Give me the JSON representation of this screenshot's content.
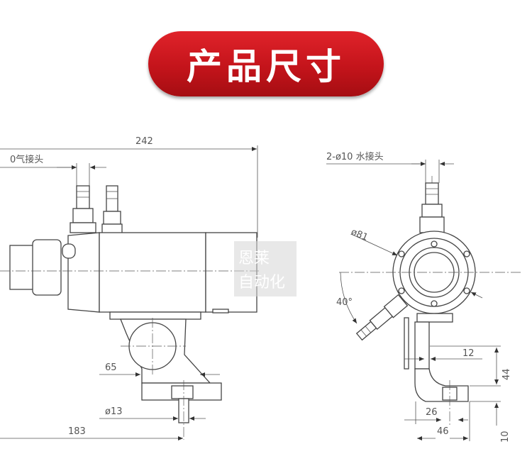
{
  "banner": {
    "title": "产品尺寸"
  },
  "watermark": {
    "line1": "恩莱",
    "line2": "自动化"
  },
  "left_view": {
    "dim_242": "242",
    "air_fitting_label": "0气接头",
    "dim_65": "65",
    "dim_phi13": "ø13",
    "dim_183": "183"
  },
  "right_view": {
    "water_fitting_label": "2-ø10 水接头",
    "dim_phi81": "ø81",
    "dim_40deg": "40°",
    "dim_12": "12",
    "dim_44": "44",
    "dim_26": "26",
    "dim_46": "46",
    "dim_10": "10"
  },
  "colors": {
    "banner_red": "#c4141b",
    "line": "#444444"
  }
}
